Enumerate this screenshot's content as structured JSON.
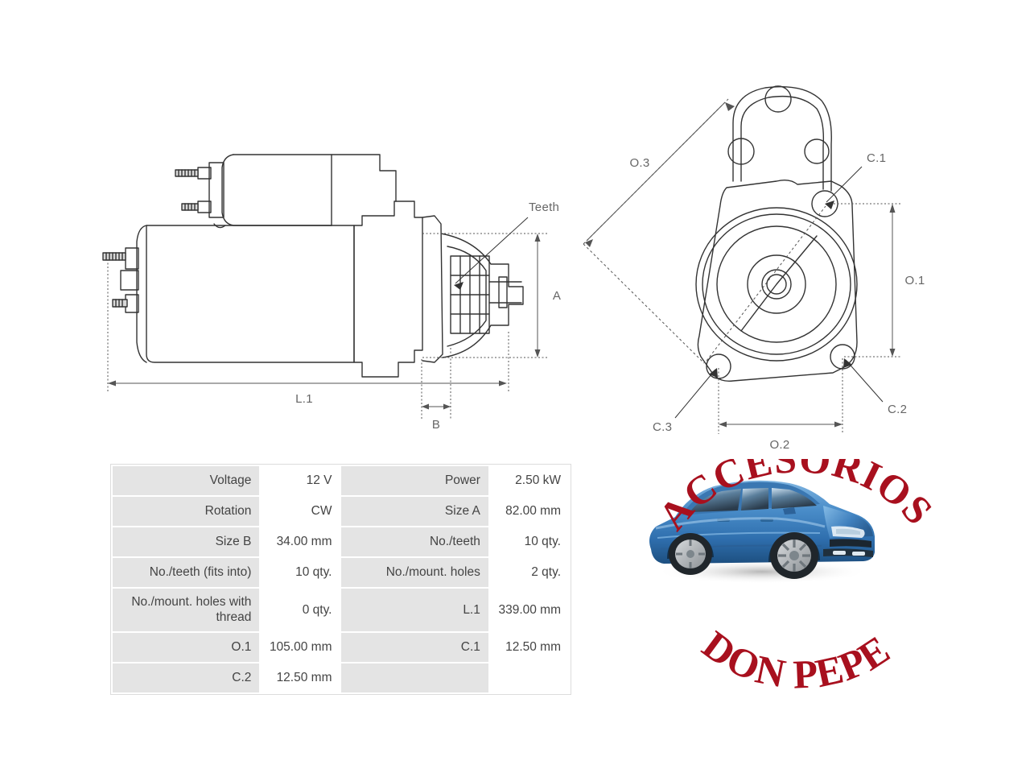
{
  "page": {
    "background_color": "#ffffff",
    "line_color": "#333333",
    "dim_label_color": "#666666"
  },
  "side_view": {
    "title": "starter-motor-side-view",
    "labels": {
      "teeth": "Teeth",
      "size_a": "A",
      "size_b": "B",
      "length_l1": "L.1"
    }
  },
  "end_view": {
    "title": "starter-motor-end-view",
    "labels": {
      "o3": "O.3",
      "o1": "O.1",
      "o2": "O.2",
      "c1": "C.1",
      "c2": "C.2",
      "c3": "C.3"
    }
  },
  "spec_table": {
    "rows": [
      {
        "label_left": "Voltage",
        "value_left": "12 V",
        "label_right": "Power",
        "value_right": "2.50 kW"
      },
      {
        "label_left": "Rotation",
        "value_left": "CW",
        "label_right": "Size A",
        "value_right": "82.00 mm"
      },
      {
        "label_left": "Size B",
        "value_left": "34.00 mm",
        "label_right": "No./teeth",
        "value_right": "10 qty."
      },
      {
        "label_left": "No./teeth (fits into)",
        "value_left": "10 qty.",
        "label_right": "No./mount. holes",
        "value_right": "2 qty."
      },
      {
        "label_left": "No./mount. holes with thread",
        "value_left": "0 qty.",
        "label_right": "L.1",
        "value_right": "339.00 mm"
      },
      {
        "label_left": "O.1",
        "value_left": "105.00 mm",
        "label_right": "C.1",
        "value_right": "12.50 mm"
      },
      {
        "label_left": "C.2",
        "value_left": "12.50 mm",
        "label_right": "",
        "value_right": ""
      }
    ]
  },
  "logo": {
    "text_top": "ACCESORIOS",
    "text_bottom": "DON PEPE",
    "color": "#a8101e",
    "image_alt": "blue-sedan-car"
  }
}
